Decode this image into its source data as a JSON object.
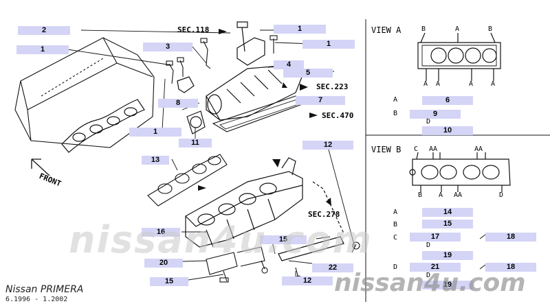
{
  "colors": {
    "tag_fill": "#d4d4f6",
    "line": "#111111",
    "watermark": "#c8c8c8"
  },
  "sections": [
    {
      "key": "sec118",
      "label": "SEC.118"
    },
    {
      "key": "sec223",
      "label": "SEC.223"
    },
    {
      "key": "sec470",
      "label": "SEC.470"
    },
    {
      "key": "sec278",
      "label": "SEC.278"
    }
  ],
  "front_label": "FRONT",
  "views": {
    "a": {
      "title": "VIEW A",
      "top_letters": [
        "B",
        "A",
        "B"
      ],
      "bottom_letters": [
        "A",
        "A",
        "A",
        "A"
      ],
      "legend_a": "A",
      "legend_b": "B",
      "legend_d": "D"
    },
    "b": {
      "title": "VIEW B",
      "top_letters": [
        "C",
        "AA",
        "AA"
      ],
      "bottom_letters": [
        "B",
        "A",
        "AA",
        "D"
      ],
      "legend_a": "A",
      "legend_b": "B",
      "legend_c": "C",
      "legend_d1": "D",
      "legend_d2": "D",
      "legend_dd": "D"
    }
  },
  "callouts": [
    {
      "key": "p2",
      "text": "2"
    },
    {
      "key": "p1a",
      "text": "1"
    },
    {
      "key": "p3",
      "text": "3"
    },
    {
      "key": "p1b",
      "text": "1"
    },
    {
      "key": "p1c",
      "text": "1"
    },
    {
      "key": "p4",
      "text": "4"
    },
    {
      "key": "p5",
      "text": "5"
    },
    {
      "key": "p8",
      "text": "8"
    },
    {
      "key": "p7",
      "text": "7"
    },
    {
      "key": "p1d",
      "text": "1"
    },
    {
      "key": "p11",
      "text": "11"
    },
    {
      "key": "p12a",
      "text": "12"
    },
    {
      "key": "p13",
      "text": "13"
    },
    {
      "key": "p16",
      "text": "16"
    },
    {
      "key": "p15a",
      "text": "15"
    },
    {
      "key": "p20",
      "text": "20"
    },
    {
      "key": "p22",
      "text": "22"
    },
    {
      "key": "p15b",
      "text": "15"
    },
    {
      "key": "p12b",
      "text": "12"
    },
    {
      "key": "va6",
      "text": "6"
    },
    {
      "key": "va9",
      "text": "9"
    },
    {
      "key": "va10",
      "text": "10"
    },
    {
      "key": "vb14",
      "text": "14"
    },
    {
      "key": "vb15",
      "text": "15"
    },
    {
      "key": "vb17",
      "text": "17"
    },
    {
      "key": "vb18a",
      "text": "18"
    },
    {
      "key": "vb19a",
      "text": "19"
    },
    {
      "key": "vb21",
      "text": "21"
    },
    {
      "key": "vb18b",
      "text": "18"
    },
    {
      "key": "vb19b",
      "text": "19"
    }
  ],
  "brand": {
    "model": "Nissan PRIMERA",
    "period": "6.1996 - 1.2002"
  },
  "watermarks": [
    "nissan4u.com",
    "nissan4u.com"
  ]
}
